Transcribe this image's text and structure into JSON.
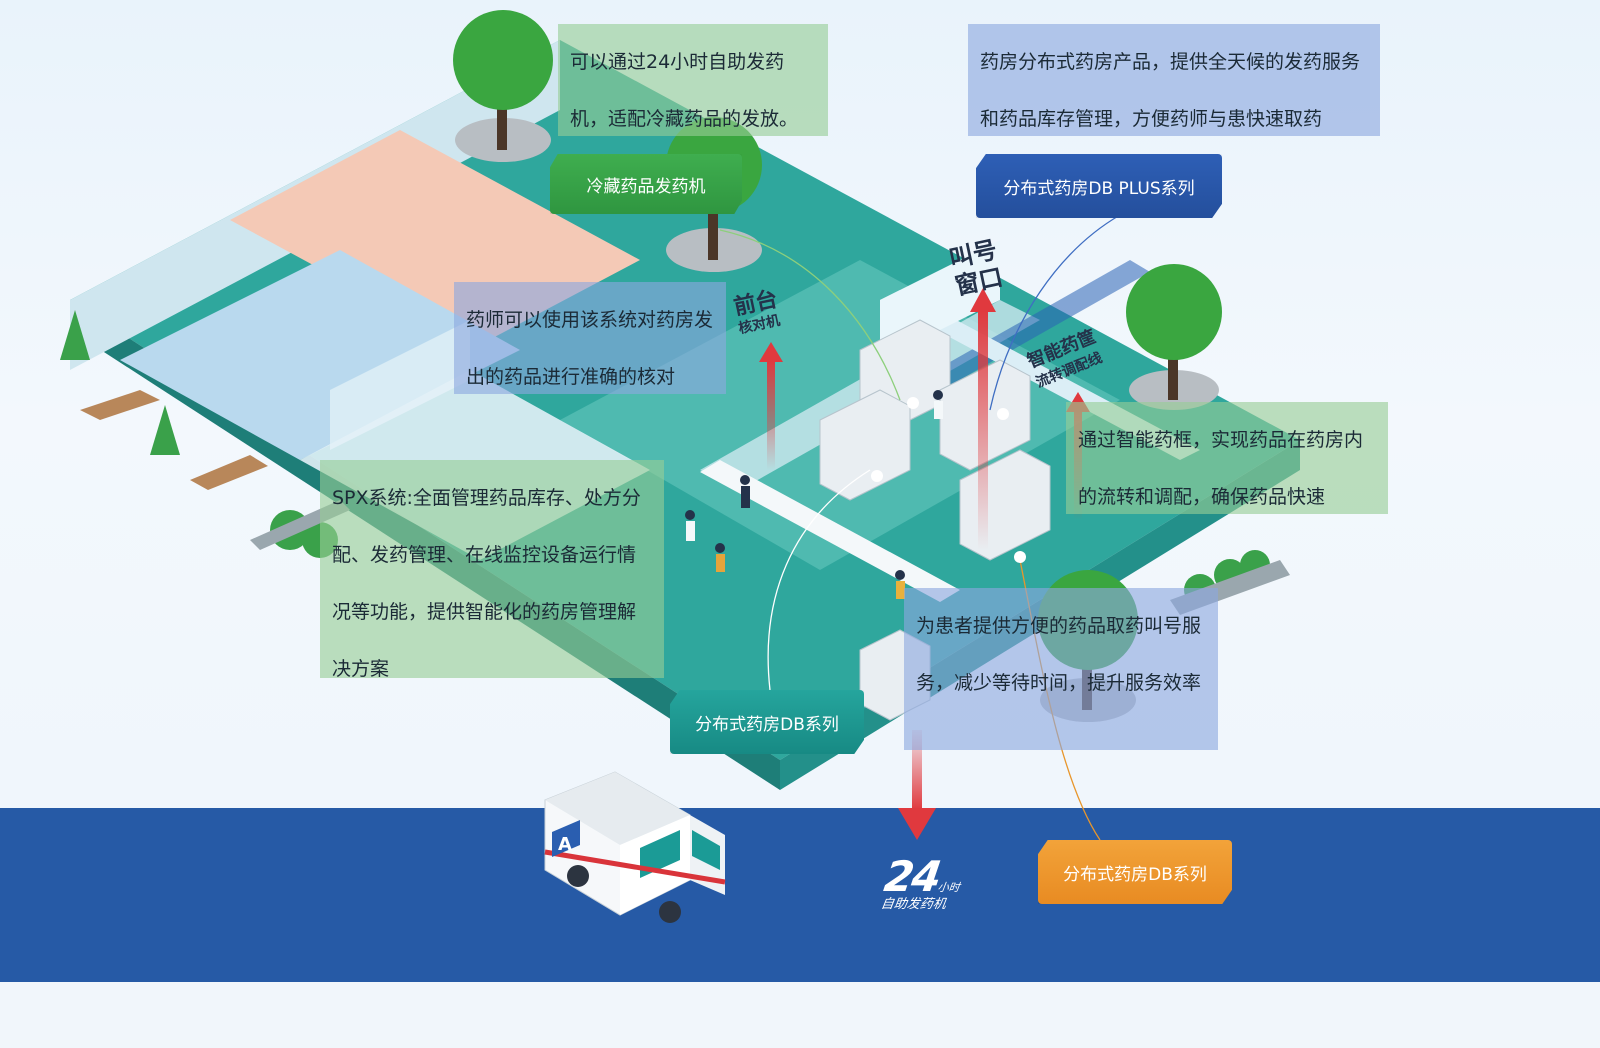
{
  "callouts": {
    "cold_storage_desc": "可以通过24小时自助发药机，适配冷藏药品的发放。",
    "distributed_pharmacy_desc": "药房分布式药房产品，提供全天候的发药服务和药品库存管理，方便药师与患快速取药",
    "pharmacist_check_desc": "药师可以使用该系统对药房发出的药品进行准确的核对",
    "spx_system_desc": "SPX系统:全面管理药品库存、处方分配、发药管理、在线监控设备运行情况等功能，提供智能化的药房管理解决方案",
    "smart_frame_desc": "通过智能药框，实现药品在药房内的流转和调配，确保药品快速",
    "queue_call_desc": "为患者提供方便的药品取药叫号服务，减少等待时间，提升服务效率"
  },
  "labels": {
    "cold_storage_machine": "冷藏药品发药机",
    "db_plus_series": "分布式药房DB PLUS系列",
    "db_series_teal": "分布式药房DB系列",
    "db_series_orange": "分布式药房DB系列"
  },
  "signs": {
    "front_desk_line1": "前台",
    "front_desk_line2": "核对机",
    "call_window_line1": "叫号",
    "call_window_line2": "窗口",
    "smart_line1": "智能药筐",
    "smart_line2": "流转调配线"
  },
  "badge_24h": {
    "number": "24",
    "small": "小时",
    "caption": "自助发药机"
  },
  "ambulance_letter": "A",
  "colors": {
    "band_blue": "#265aa6",
    "floor_teal": "#2fa79d",
    "green_label": "#3fae4f",
    "blue_label": "#2e5fb6",
    "orange_label": "#f2a33a",
    "arrow_red": "#e0393e"
  }
}
